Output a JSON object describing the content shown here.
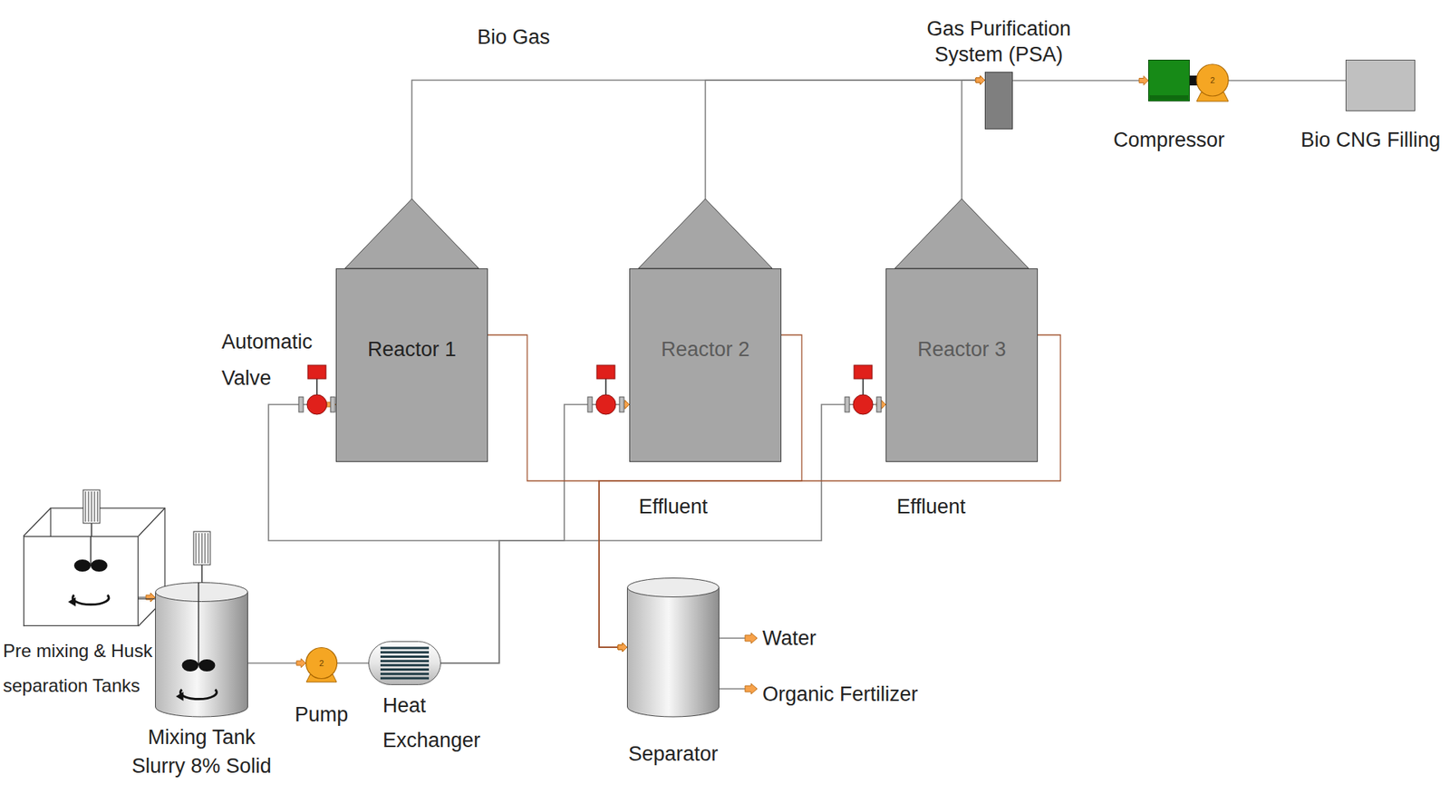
{
  "diagram": {
    "nodes": [
      {
        "text": [
          "Gas Purification System (PSA)"
        ]
      },
      {
        "text": [
          "Compressor"
        ]
      },
      {
        "text": [
          "Bio CNG Filling"
        ]
      },
      {
        "text": [
          "Reactor 1"
        ]
      },
      {
        "text": [
          "Reactor 2"
        ]
      },
      {
        "text": [
          "Reactor 3"
        ]
      },
      {
        "text": [
          "Pre mixing & Husk separation Tanks"
        ]
      },
      {
        "text": [
          "Mixing Tank",
          "Slurry 8% Solid"
        ]
      },
      {
        "text": [
          "2",
          "Pump"
        ]
      },
      {
        "text": [
          "Heat Exchanger"
        ]
      },
      {
        "text": [
          "Separator"
        ]
      }
    ],
    "edges": [
      {
        "from": 3,
        "to": 0,
        "arrow": "to"
      },
      {
        "from": 4,
        "to": 0,
        "arrow": "to"
      },
      {
        "from": 5,
        "to": 0,
        "arrow": "to"
      },
      {
        "from": 0,
        "to": 1,
        "arrow": "to"
      },
      {
        "from": 1,
        "to": 2,
        "arrow": "none"
      },
      {
        "from": 6,
        "to": 7,
        "arrow": "to"
      },
      {
        "from": 7,
        "to": 8,
        "arrow": "to"
      },
      {
        "from": 8,
        "to": 9,
        "arrow": "none"
      },
      {
        "from": 9,
        "to": 3,
        "arrow": "to"
      },
      {
        "from": 9,
        "to": 4,
        "arrow": "to"
      },
      {
        "from": 9,
        "to": 5,
        "arrow": "to"
      },
      {
        "from": 3,
        "to": 10,
        "arrow": "to"
      },
      {
        "from": 4,
        "to": 10,
        "arrow": "to"
      },
      {
        "from": 5,
        "to": 10,
        "arrow": "to"
      }
    ],
    "labels": [
      "Bio Gas",
      "Automatic Valve",
      "Effluent",
      "Effluent",
      "Water",
      "Organic Fertilizer",
      "2"
    ]
  }
}
